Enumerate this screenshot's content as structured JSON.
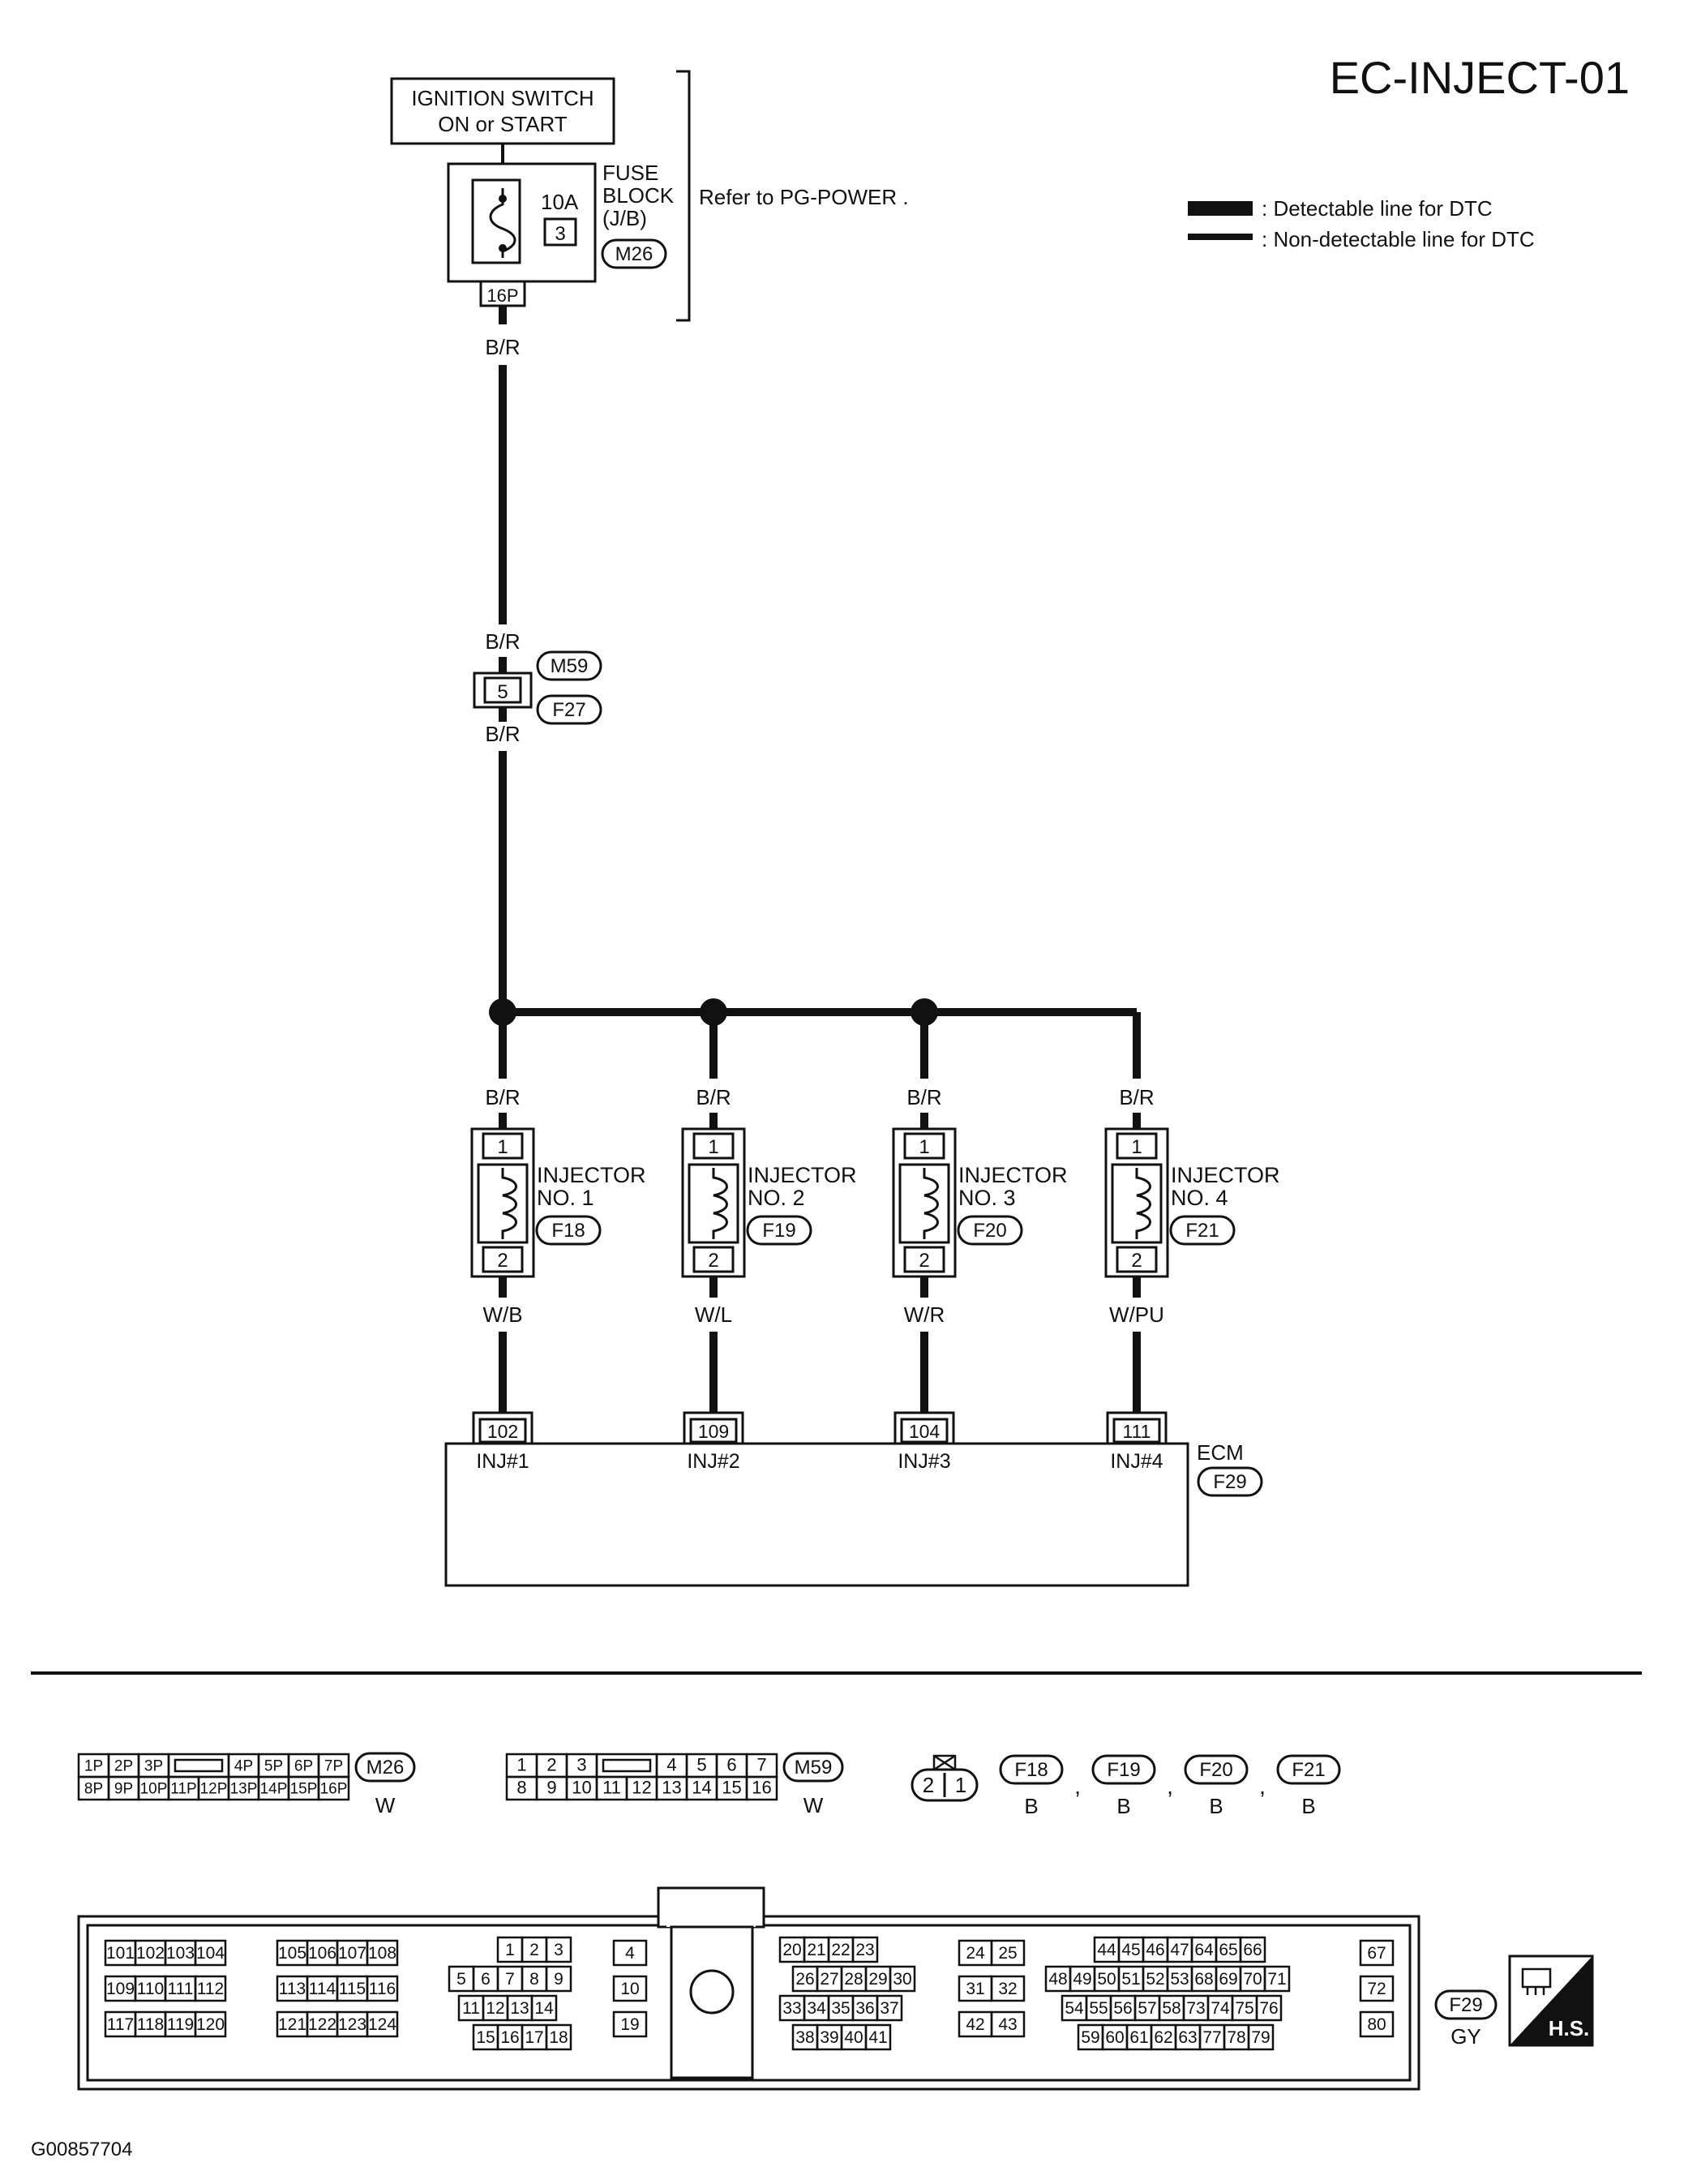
{
  "title": "EC-INJECT-01",
  "figure_id": "G00857704",
  "legend": {
    "detectable": ": Detectable line for DTC",
    "non_detectable": ": Non-detectable line for DTC"
  },
  "ignition_switch": {
    "line1": "IGNITION SWITCH",
    "line2": "ON or START"
  },
  "fuse_block": {
    "line1": "FUSE",
    "line2": "BLOCK",
    "line3": "(J/B)",
    "amp": "10A",
    "fuse_no": "3",
    "connector": "M26",
    "terminal": "16P",
    "refer": "Refer to  PG-POWER ."
  },
  "wires": {
    "power": "B/R"
  },
  "joint_connector": {
    "pin": "5",
    "connector_top": "M59",
    "connector_bottom": "F27"
  },
  "injectors": [
    {
      "name_line1": "INJECTOR",
      "name_line2": "NO. 1",
      "connector": "F18",
      "pin_top": "1",
      "pin_bottom": "2",
      "wire_top": "B/R",
      "wire_bottom": "W/B",
      "ecm_pin": "102",
      "ecm_label": "INJ#1"
    },
    {
      "name_line1": "INJECTOR",
      "name_line2": "NO. 2",
      "connector": "F19",
      "pin_top": "1",
      "pin_bottom": "2",
      "wire_top": "B/R",
      "wire_bottom": "W/L",
      "ecm_pin": "109",
      "ecm_label": "INJ#2"
    },
    {
      "name_line1": "INJECTOR",
      "name_line2": "NO. 3",
      "connector": "F20",
      "pin_top": "1",
      "pin_bottom": "2",
      "wire_top": "B/R",
      "wire_bottom": "W/R",
      "ecm_pin": "104",
      "ecm_label": "INJ#3"
    },
    {
      "name_line1": "INJECTOR",
      "name_line2": "NO. 4",
      "connector": "F21",
      "pin_top": "1",
      "pin_bottom": "2",
      "wire_top": "B/R",
      "wire_bottom": "W/PU",
      "ecm_pin": "111",
      "ecm_label": "INJ#4"
    }
  ],
  "ecm": {
    "label": "ECM",
    "connector": "F29"
  },
  "connector_m26": {
    "id": "M26",
    "color": "W",
    "row1_left": [
      "1P",
      "2P",
      "3P"
    ],
    "row1_right": [
      "4P",
      "5P",
      "6P",
      "7P"
    ],
    "row2": [
      "8P",
      "9P",
      "10P",
      "11P",
      "12P",
      "13P",
      "14P",
      "15P",
      "16P"
    ]
  },
  "connector_m59": {
    "id": "M59",
    "color": "W",
    "row1_left": [
      "1",
      "2",
      "3"
    ],
    "row1_right": [
      "4",
      "5",
      "6",
      "7"
    ],
    "row2": [
      "8",
      "9",
      "10",
      "11",
      "12",
      "13",
      "14",
      "15",
      "16"
    ]
  },
  "connector_injector": {
    "pins": [
      "2",
      "1"
    ],
    "ids": [
      "F18",
      "F19",
      "F20",
      "F21"
    ],
    "colors": [
      "B",
      "B",
      "B",
      "B"
    ],
    "separator": ","
  },
  "connector_f29": {
    "id": "F29",
    "color": "GY",
    "badge": "H.S.",
    "blocks": [
      {
        "rows": [
          [
            "101",
            "102",
            "103",
            "104"
          ],
          [
            "109",
            "110",
            "111",
            "112"
          ],
          [
            "117",
            "118",
            "119",
            "120"
          ]
        ]
      },
      {
        "rows": [
          [
            "105",
            "106",
            "107",
            "108"
          ],
          [
            "113",
            "114",
            "115",
            "116"
          ],
          [
            "121",
            "122",
            "123",
            "124"
          ]
        ]
      },
      {
        "rows": [
          [
            "1",
            "2",
            "3"
          ],
          [
            "5",
            "6",
            "7",
            "8",
            "9"
          ],
          [
            "11",
            "12",
            "13",
            "14"
          ],
          [
            "15",
            "16",
            "17",
            "18"
          ]
        ]
      },
      {
        "rows": [
          [
            "4"
          ],
          [
            "10"
          ],
          [
            "19"
          ]
        ]
      },
      {
        "rows": [
          [
            "20",
            "21",
            "22",
            "23"
          ],
          [
            "26",
            "27",
            "28",
            "29",
            "30"
          ],
          [
            "33",
            "34",
            "35",
            "36",
            "37"
          ],
          [
            "38",
            "39",
            "40",
            "41"
          ]
        ]
      },
      {
        "rows": [
          [
            "24",
            "25"
          ],
          [
            "31",
            "32"
          ],
          [
            "42",
            "43"
          ]
        ]
      },
      {
        "rows": [
          [
            "44",
            "45",
            "46",
            "47",
            "64",
            "65",
            "66"
          ],
          [
            "48",
            "49",
            "50",
            "51",
            "52",
            "53",
            "68",
            "69",
            "70",
            "71"
          ],
          [
            "54",
            "55",
            "56",
            "57",
            "58",
            "73",
            "74",
            "75",
            "76"
          ],
          [
            "59",
            "60",
            "61",
            "62",
            "63",
            "77",
            "78",
            "79"
          ]
        ]
      },
      {
        "rows": [
          [
            "67"
          ],
          [
            "72"
          ],
          [
            "80"
          ]
        ]
      }
    ]
  }
}
